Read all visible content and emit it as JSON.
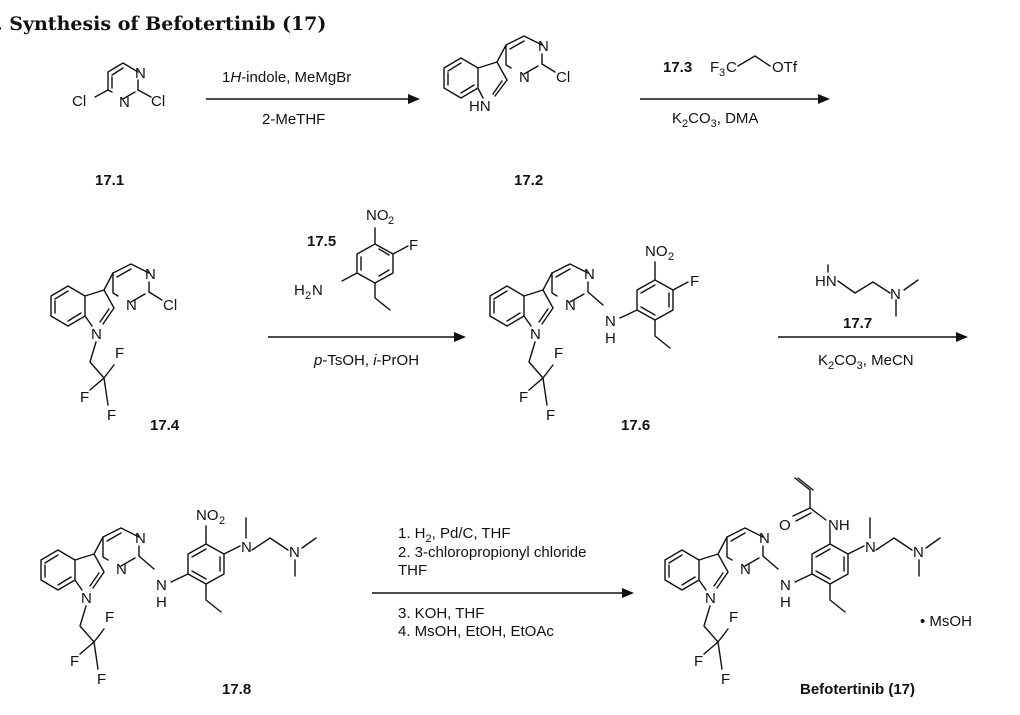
{
  "title": ". Synthesis of Befotertinib (17)",
  "compounds": {
    "c17_1": "17.1",
    "c17_2": "17.2",
    "c17_4": "17.4",
    "c17_6": "17.6",
    "c17_8": "17.8",
    "product": "Befotertinib (17)",
    "salt": "• MsOH"
  },
  "reagents": {
    "r17_3": "17.3",
    "r17_5": "17.5",
    "r17_7": "17.7"
  },
  "steps": {
    "s1_top_prefix": "1",
    "s1_top_italic": "H",
    "s1_top_rest": "-indole, MeMgBr",
    "s1_bottom": "2-MeTHF",
    "s2_bottom_a": "K",
    "s2_bottom_b": "2",
    "s2_bottom_c": "CO",
    "s2_bottom_d": "3",
    "s2_bottom_e": ", DMA",
    "s3_bottom_a": "p",
    "s3_bottom_b": "-TsOH, ",
    "s3_bottom_c": "i",
    "s3_bottom_d": "-PrOH",
    "s4_bottom_a": "K",
    "s4_bottom_b": "2",
    "s4_bottom_c": "CO",
    "s4_bottom_d": "3",
    "s4_bottom_e": ", MeCN",
    "s5_line1a": "1. H",
    "s5_line1b": "2",
    "s5_line1c": ", Pd/C, THF",
    "s5_line2": "2. 3-chloropropionyl chloride",
    "s5_line3": "THF",
    "s5_line4": "3. KOH, THF",
    "s5_line5": "4. MsOH, EtOH, EtOAc"
  }
}
